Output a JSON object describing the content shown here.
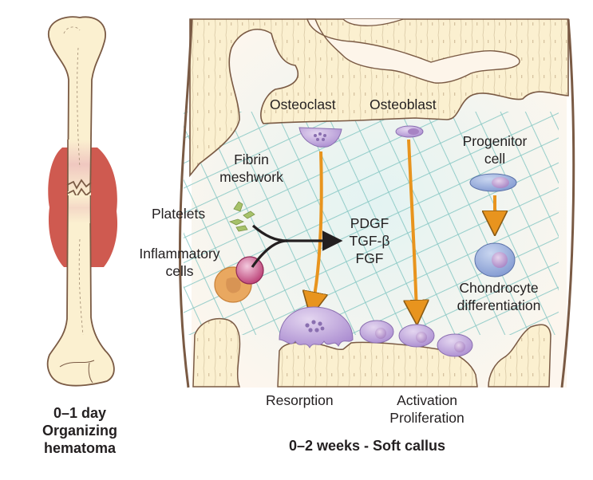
{
  "figure": {
    "panel_left": {
      "stage_time": "0–1 day",
      "stage_name_line1": "Organizing",
      "stage_name_line2": "hematoma"
    },
    "panel_right": {
      "caption": "0–2 weeks - Soft callus",
      "labels": {
        "osteoclast": "Osteoclast",
        "osteoblast": "Osteoblast",
        "fibrin_line1": "Fibrin",
        "fibrin_line2": "meshwork",
        "platelets": "Platelets",
        "inflammatory_line1": "Inflammatory",
        "inflammatory_line2": "cells",
        "growth_factors": [
          "PDGF",
          "TGF-β",
          "FGF"
        ],
        "progenitor_line1": "Progenitor",
        "progenitor_line2": "cell",
        "chondro_line1": "Chondrocyte",
        "chondro_line2": "differentiation",
        "resorption": "Resorption",
        "activation": "Activation",
        "proliferation": "Proliferation"
      }
    },
    "colors": {
      "bone_fill": "#fbf0d0",
      "bone_outline": "#7a5a44",
      "hematoma": "#cf5a50",
      "fibrin": "#6fbcb8",
      "arrow_orange": "#e8941e",
      "arrow_black": "#231f20",
      "osteoclast": "#b79ad6",
      "progenitor": "#8ea6d8",
      "platelet": "#a7c26a",
      "inflammatory_pink": "#c2467a",
      "inflammatory_orange": "#e9a860",
      "text": "#231f20"
    }
  }
}
